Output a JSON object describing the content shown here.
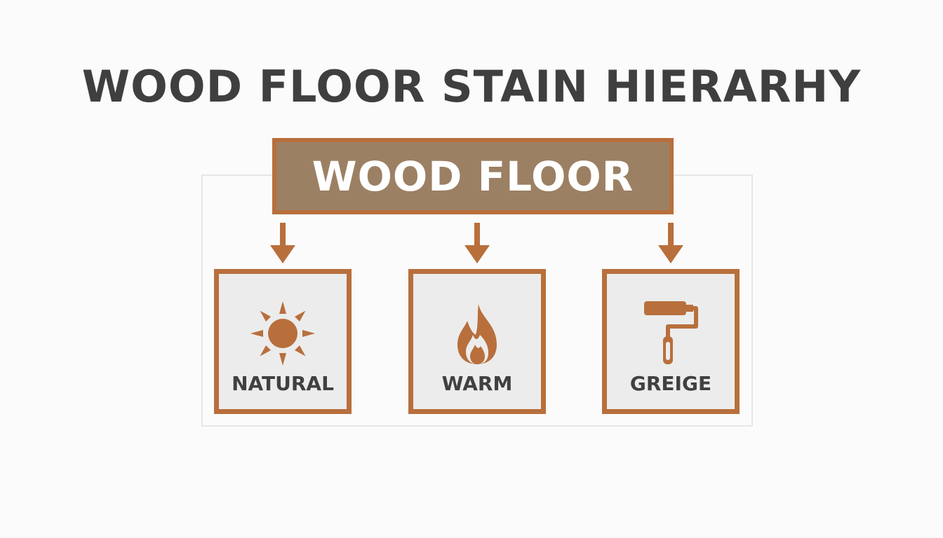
{
  "title": "WOOD FLOOR STAIN HIERARHY",
  "root": {
    "label": "WOOD FLOOR"
  },
  "children": [
    {
      "label": "NATURAL",
      "icon": "sun-icon"
    },
    {
      "label": "WARM",
      "icon": "flame-icon"
    },
    {
      "label": "GREIGE",
      "icon": "paint-roller-icon"
    }
  ],
  "colors": {
    "accent": "#b86f3c",
    "root_fill": "#9c8064",
    "box_fill": "#ececec",
    "text": "#404040"
  }
}
